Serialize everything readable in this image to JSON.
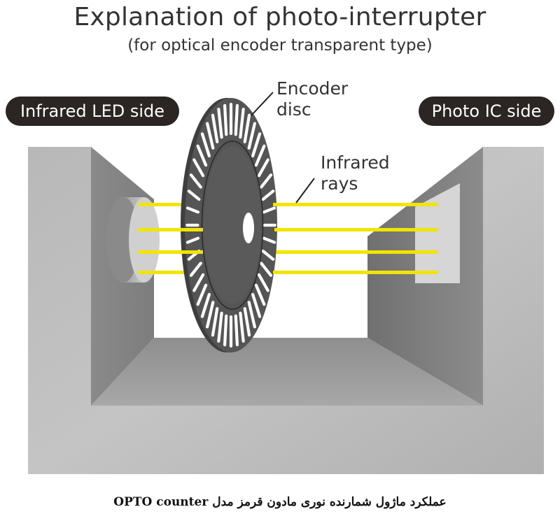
{
  "title": "Explanation of photo-interrupter",
  "subtitle": "(for optical encoder transparent type)",
  "labels": {
    "led_side": "Infrared LED side",
    "ic_side": "Photo IC side",
    "encoder_disc": [
      "Encoder",
      "disc"
    ],
    "infrared_rays": [
      "Infrared",
      "rays"
    ]
  },
  "caption": "عملکرد ماژول شمارنده نوری مادون قرمز مدل OPTO counter",
  "colors": {
    "housing": "#b3b3b3",
    "disc": "#555555",
    "rays": "#f2e400",
    "pill": "#2b2523"
  },
  "icons": {
    "led": "infrared-led",
    "photo_ic": "photo-ic-sensor",
    "disc": "encoder-disc"
  }
}
